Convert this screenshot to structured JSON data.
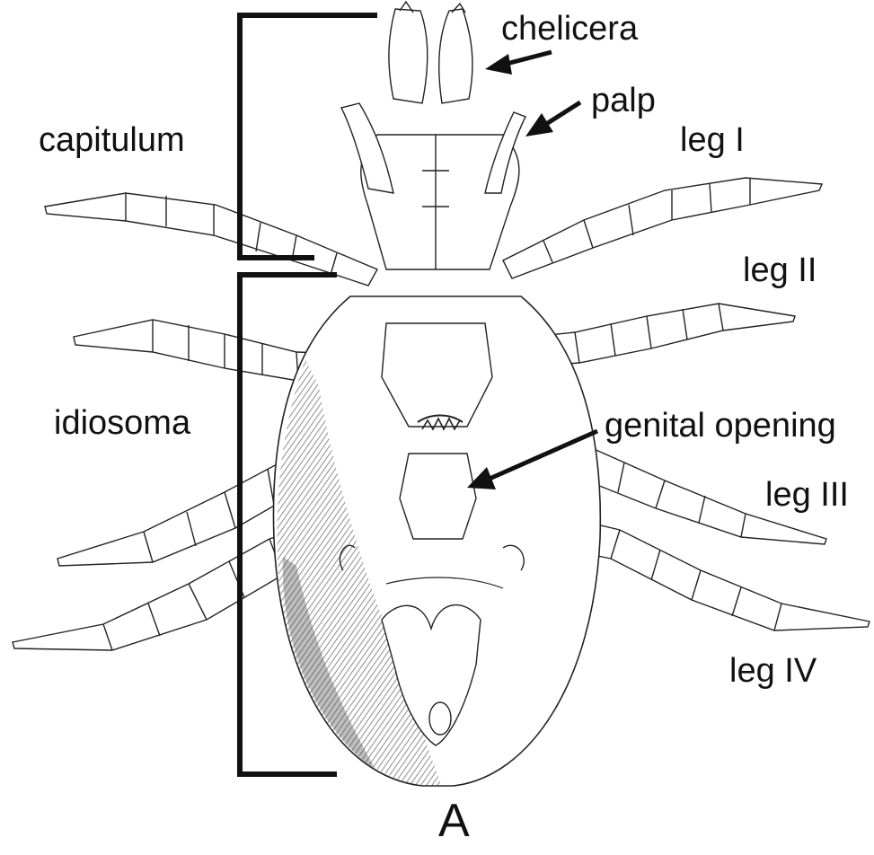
{
  "labels": {
    "chelicera": "chelicera",
    "palp": "palp",
    "capitulum": "capitulum",
    "idiosoma": "idiosoma",
    "genital_opening": "genital opening",
    "leg_1": "leg I",
    "leg_2": "leg II",
    "leg_3": "leg III",
    "leg_4": "leg IV",
    "figure_letter": "A"
  },
  "colors": {
    "ink": "#111111",
    "background": "#ffffff",
    "shading": "#555555"
  }
}
